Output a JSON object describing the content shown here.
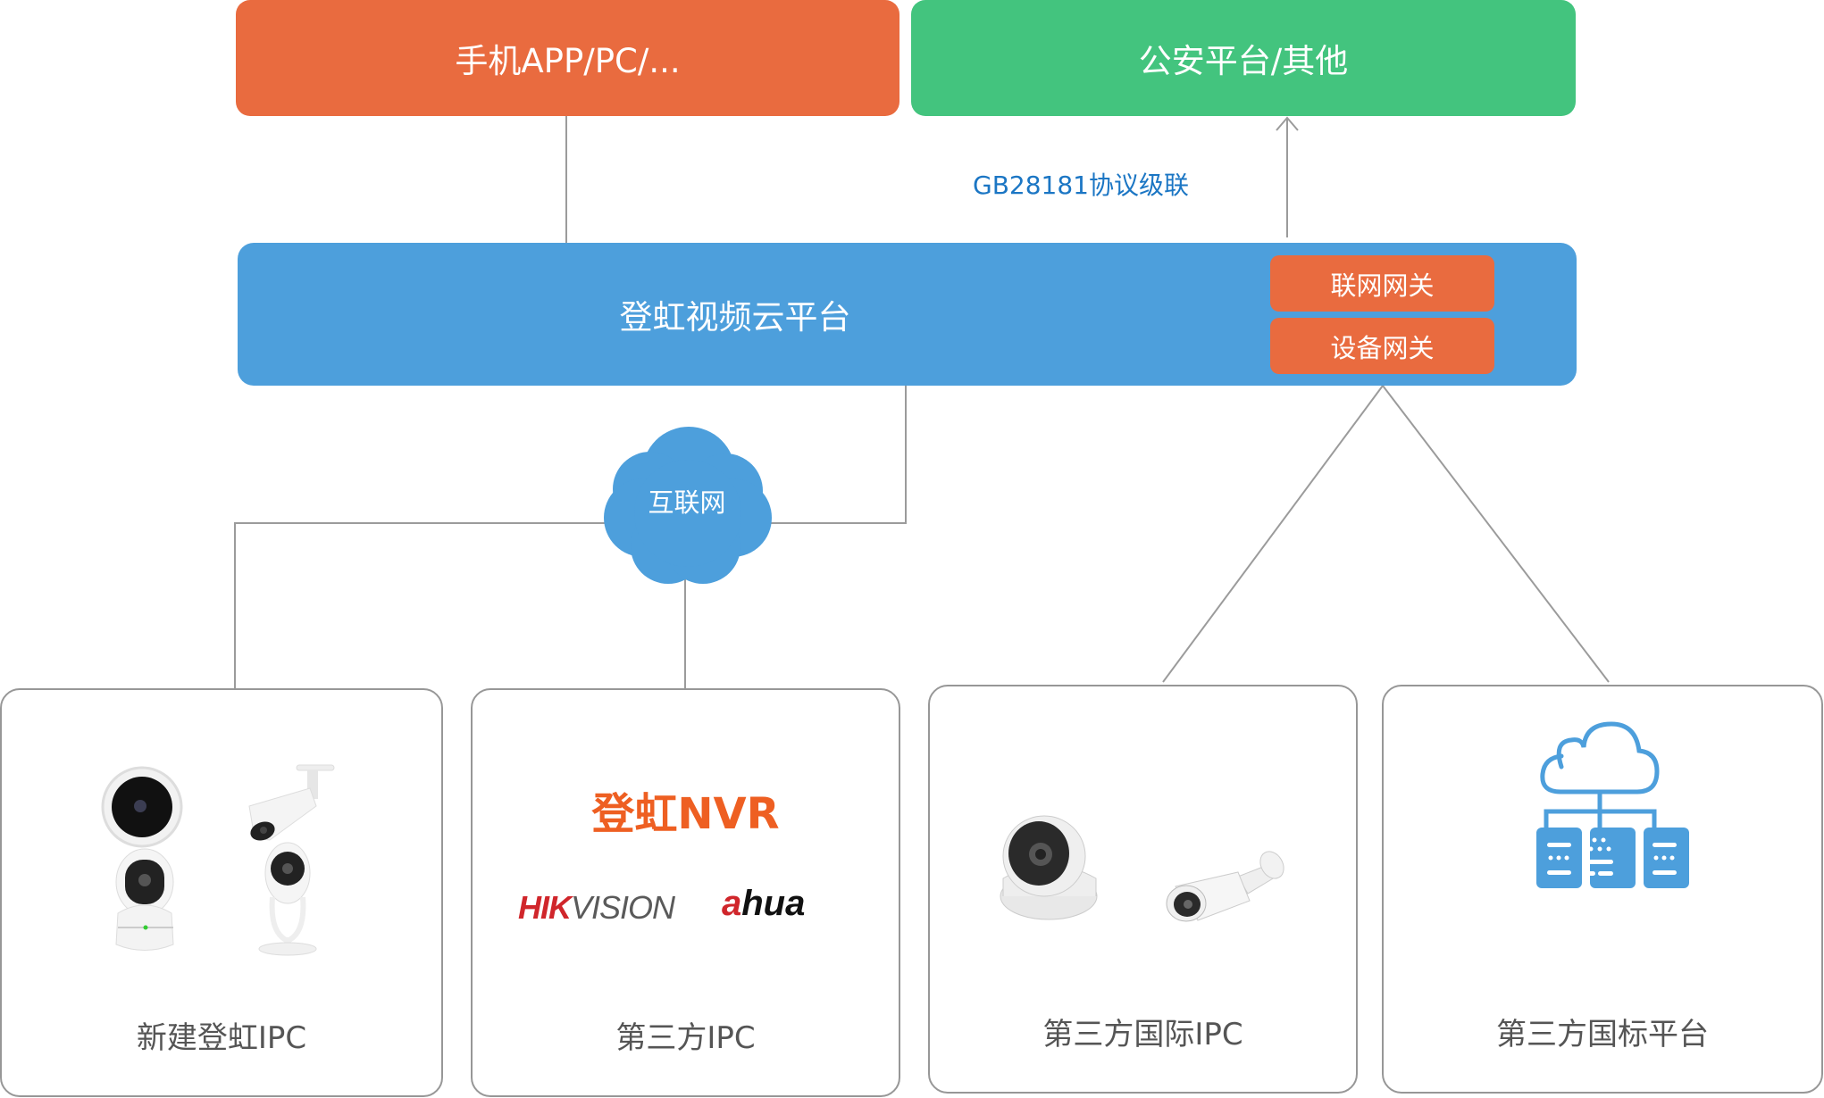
{
  "top": {
    "client_box": "手机APP/PC/...",
    "police_box": "公安平台/其他"
  },
  "cascade_label": "GB28181协议级联",
  "platform": {
    "title": "登虹视频云平台",
    "gateways": [
      "联网网关",
      "设备网关"
    ]
  },
  "internet_cloud": "互联网",
  "cards": [
    {
      "label": "新建登虹IPC",
      "content": "camera-products"
    },
    {
      "label": "第三方IPC",
      "brand_title": "登虹NVR",
      "logos": [
        {
          "part1": "HIK",
          "part2": "VISION"
        },
        {
          "part1": "a",
          "part2": "hua"
        }
      ]
    },
    {
      "label": "第三方国际IPC",
      "content": "dome-and-bullet-cameras"
    },
    {
      "label": "第三方国标平台",
      "content": "cloud-server-icon"
    }
  ],
  "colors": {
    "orange": "#E96B3F",
    "green": "#43C47E",
    "blue": "#4D9FDC",
    "link_text": "#1B76C4",
    "nvr_text": "#EE5F22",
    "connector": "#9B9B9B"
  }
}
